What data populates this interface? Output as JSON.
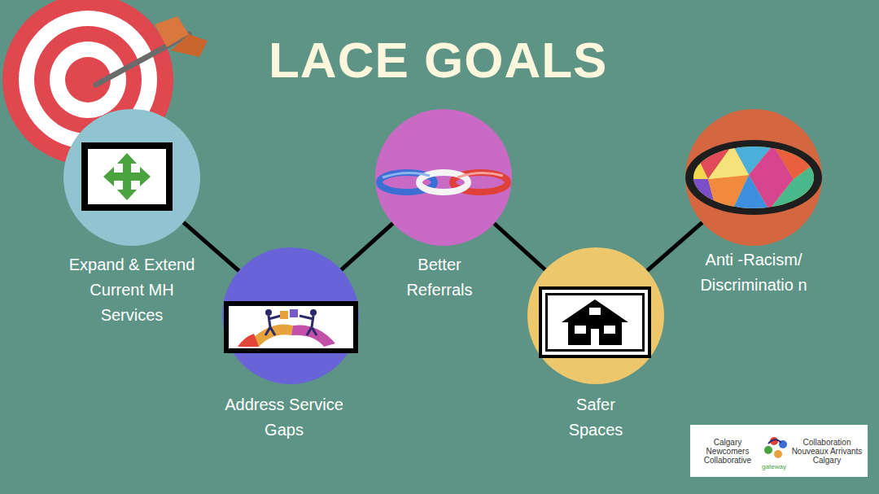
{
  "diagram": {
    "title": "LACE GOALS",
    "nodes": [
      {
        "text": [
          "Expand & Extend Current MH Services"
        ]
      },
      {
        "text": [
          "Address Service Gaps"
        ]
      },
      {
        "text": [
          "Better Referrals"
        ]
      },
      {
        "text": [
          "Safer Spaces"
        ]
      },
      {
        "text": [
          "Anti -Racism/ Discriminatio n"
        ]
      }
    ],
    "edges": [
      {
        "from": 0,
        "to": 1,
        "arrow": "none"
      },
      {
        "from": 1,
        "to": 2,
        "arrow": "none"
      },
      {
        "from": 2,
        "to": 3,
        "arrow": "none"
      },
      {
        "from": 3,
        "to": 4,
        "arrow": "none"
      }
    ],
    "labels": [
      "Calgary Newcomers Collaborative",
      "Collaboration Nouveaux Arrivants Calgary",
      "gateway"
    ]
  }
}
